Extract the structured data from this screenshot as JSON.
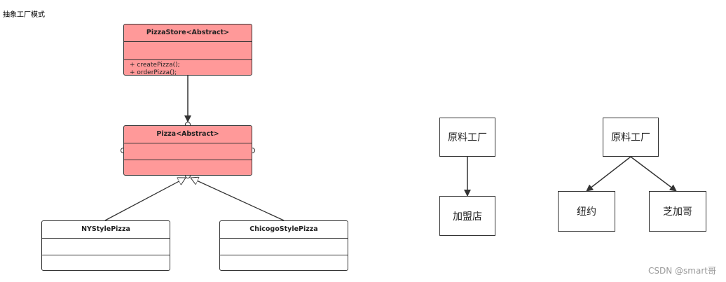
{
  "page_title": "抽象工厂模式",
  "uml": {
    "pizza_store": {
      "title": "PizzaStore<Abstract>",
      "methods": [
        "+ createPizza();",
        "+ orderPizza();"
      ]
    },
    "pizza": {
      "title": "Pizza<Abstract>"
    },
    "ny_style_pizza": {
      "title": "NYStylePizza"
    },
    "chicago_style_pizza": {
      "title": "ChicogoStylePizza"
    }
  },
  "factory_left": {
    "parent": "原料工厂",
    "child": "加盟店"
  },
  "factory_right": {
    "parent": "原料工厂",
    "children": [
      "纽约",
      "芝加哥"
    ]
  },
  "credit": "CSDN @smart哥",
  "colors": {
    "abstract_fill": "#ff9999",
    "stroke": "#333333"
  }
}
